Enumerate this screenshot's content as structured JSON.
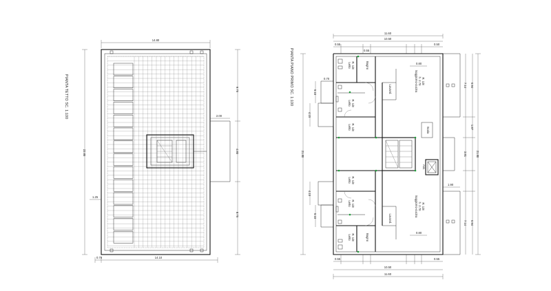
{
  "roof_plan": {
    "title": "PIANTA TETTO SC. 1:100",
    "dims": {
      "top_width": "14.80",
      "bottom_width": "14.10",
      "bottom_left_small": "0.70",
      "left_height": "22.85",
      "left_offset": "1.25",
      "right_top": "9.75",
      "right_mid": "4.80",
      "right_bottom": "8.75",
      "right_step": "2.00"
    }
  },
  "floor_plan": {
    "title": "PIANTA PIANO PRIMO SC. 1:100",
    "dims": {
      "top_total": "11.60",
      "top_inner": "10.50",
      "top_left_small": "0.55",
      "top_right_small": "0.50",
      "bottom_total": "11.60",
      "bottom_inner": "10.50",
      "bottom_left_small": "0.55",
      "bottom_right_small": "0.55",
      "right_total": "21.80",
      "right_upper": "7.14",
      "right_upper_b": "6.94",
      "right_mid_a": "1.87",
      "right_mid_b": "3.81",
      "right_lower_b": "6.94",
      "right_lower": "7.14",
      "left_total": "21.80",
      "left_upper": "4.15",
      "left_lower": "4.15",
      "balcony_upper": "5.10",
      "balcony_lower": "5.10",
      "inner_080_top": "0.80",
      "inner_080_bottom": "0.80",
      "inner_190": "1.90",
      "small_055": "0.55",
      "left_small_070": "0.70"
    },
    "rooms": {
      "living_upper": "Soggiorno-cucina",
      "living_lower": "Soggiorno-cucina",
      "bath_label": "Bagno",
      "room_label": "Letto",
      "laundry": "Lavand.",
      "stair_label": "Scala",
      "lift_label": "Asc.",
      "area_text": "h. 2.70",
      "rap_text": "R. 1/8"
    }
  }
}
